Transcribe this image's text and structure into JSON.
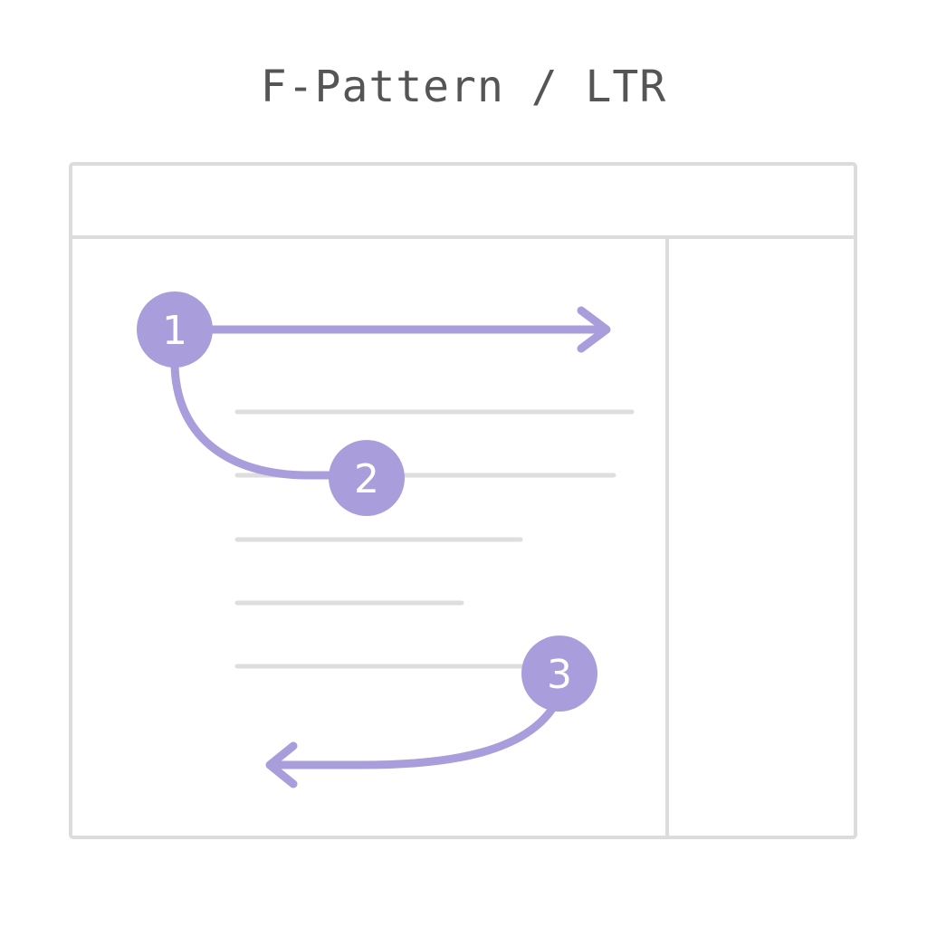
{
  "title": "F-Pattern / LTR",
  "colors": {
    "accent": "#a99ddb",
    "frame": "#dcdcdc",
    "text_line": "#dedede",
    "title": "#555555"
  },
  "steps": [
    {
      "label": "1"
    },
    {
      "label": "2"
    },
    {
      "label": "3"
    }
  ]
}
